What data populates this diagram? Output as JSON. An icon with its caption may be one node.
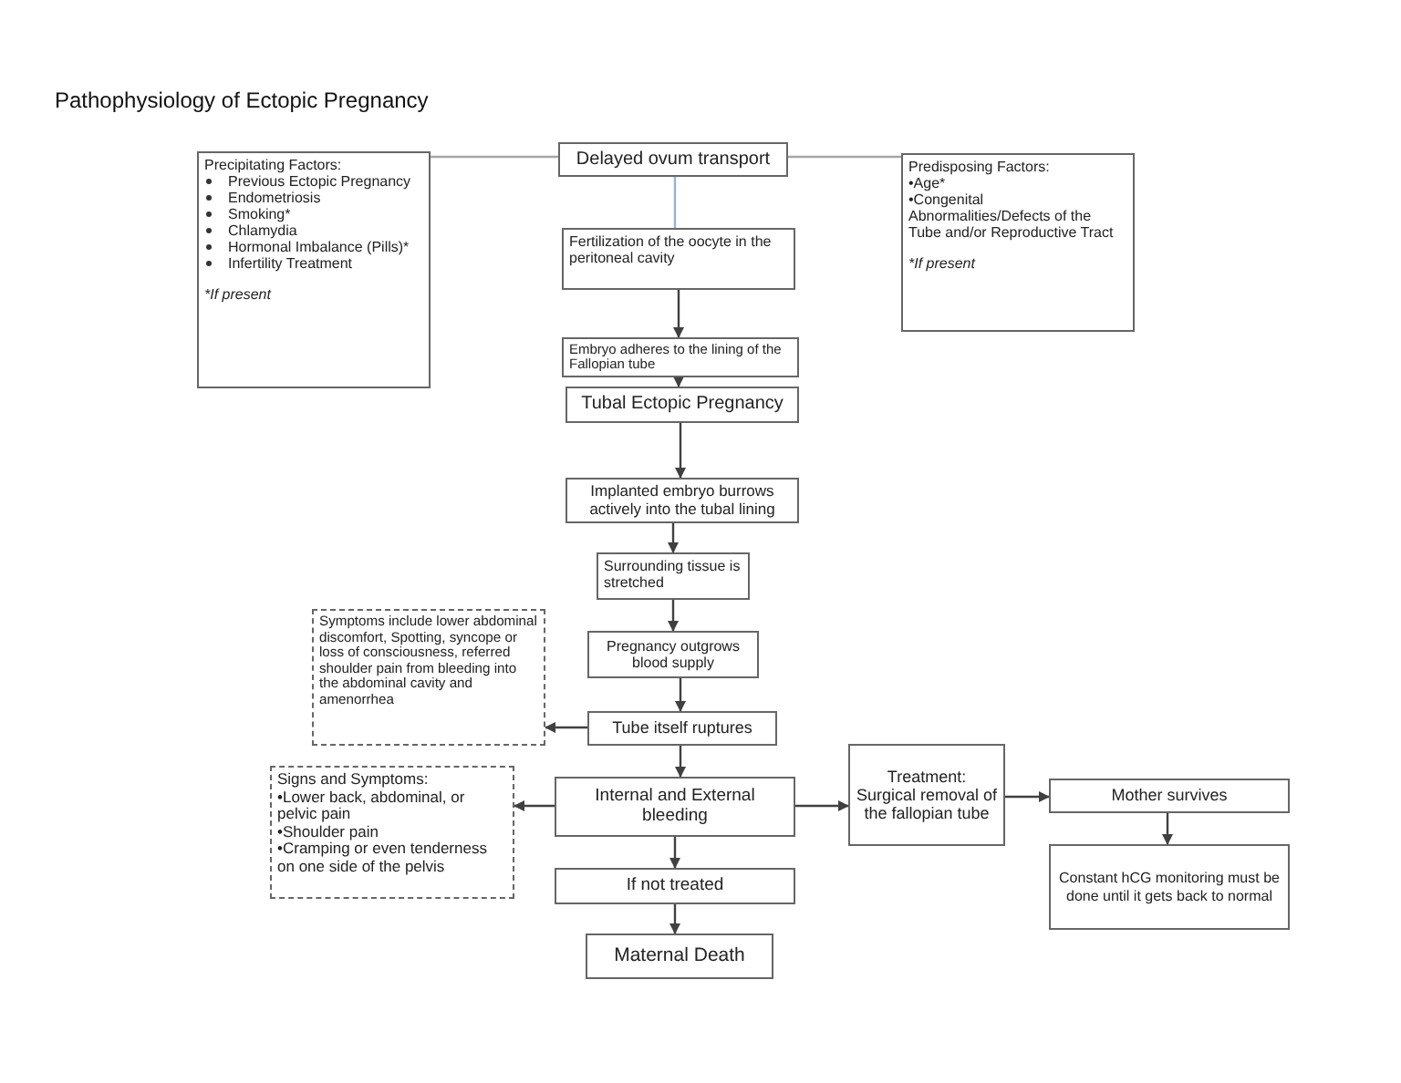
{
  "diagram": {
    "title": "Pathophysiology of Ectopic Pregnancy",
    "nodes": [
      {
        "text": [
          "Delayed ovum transport"
        ]
      },
      {
        "text": [
          "Precipitating Factors:",
          "Previous Ectopic Pregnancy",
          "Endometriosis",
          "Smoking*",
          "Chlamydia",
          "Hormonal Imbalance (Pills)*",
          "Infertility Treatment",
          "*If present"
        ]
      },
      {
        "text": [
          "Predisposing Factors:",
          "•Age*",
          "•Congenital Abnormalities/Defects of the Tube and/or Reproductive Tract",
          "*If present"
        ]
      },
      {
        "text": [
          "Fertilization of the oocyte in the peritoneal cavity"
        ]
      },
      {
        "text": [
          "Embryo adheres to the lining of the Fallopian tube"
        ]
      },
      {
        "text": [
          "Tubal Ectopic Pregnancy"
        ]
      },
      {
        "text": [
          "Implanted embryo burrows actively into the tubal lining"
        ]
      },
      {
        "text": [
          "Surrounding tissue is stretched"
        ]
      },
      {
        "text": [
          "Pregnancy outgrows blood supply"
        ]
      },
      {
        "text": [
          "Tube itself ruptures"
        ]
      },
      {
        "text": [
          "Symptoms include lower abdominal discomfort, Spotting, syncope or loss of consciousness, referred shoulder pain from bleeding into the abdominal cavity and amenorrhea"
        ]
      },
      {
        "text": [
          "Internal and External bleeding"
        ]
      },
      {
        "text": [
          "Signs and Symptoms:",
          "•Lower back, abdominal, or pelvic pain",
          "•Shoulder pain",
          "•Cramping or even tenderness on one side of the pelvis"
        ]
      },
      {
        "text": [
          "If not treated"
        ]
      },
      {
        "text": [
          "Maternal Death"
        ]
      },
      {
        "text": [
          "Treatment:",
          "Surgical removal of the fallopian tube"
        ]
      },
      {
        "text": [
          "Mother survives"
        ]
      },
      {
        "text": [
          "Constant hCG monitoring must be done until it gets back to normal"
        ]
      }
    ],
    "edges": [
      {
        "from": 0,
        "to": 1,
        "arrow": "none",
        "color": "#a6a6a6"
      },
      {
        "from": 0,
        "to": 2,
        "arrow": "none",
        "color": "#a6a6a6"
      },
      {
        "from": 0,
        "to": 3,
        "arrow": "none",
        "color": "#95b3d7"
      },
      {
        "from": 3,
        "to": 4,
        "arrow": "to"
      },
      {
        "from": 4,
        "to": 5,
        "arrow": "to"
      },
      {
        "from": 5,
        "to": 6,
        "arrow": "to"
      },
      {
        "from": 6,
        "to": 7,
        "arrow": "to"
      },
      {
        "from": 7,
        "to": 8,
        "arrow": "to"
      },
      {
        "from": 8,
        "to": 9,
        "arrow": "to"
      },
      {
        "from": 9,
        "to": 10,
        "arrow": "to"
      },
      {
        "from": 9,
        "to": 11,
        "arrow": "to"
      },
      {
        "from": 11,
        "to": 12,
        "arrow": "to"
      },
      {
        "from": 11,
        "to": 13,
        "arrow": "to"
      },
      {
        "from": 13,
        "to": 14,
        "arrow": "to"
      },
      {
        "from": 11,
        "to": 15,
        "arrow": "to"
      },
      {
        "from": 15,
        "to": 16,
        "arrow": "to"
      },
      {
        "from": 16,
        "to": 17,
        "arrow": "to"
      }
    ]
  }
}
